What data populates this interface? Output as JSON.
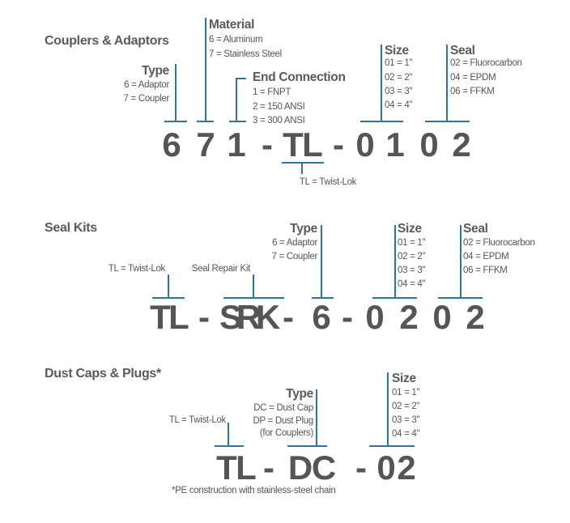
{
  "colors": {
    "accent": "#2f73a5",
    "text": "#555555"
  },
  "couplers": {
    "title": "Couplers & Adaptors",
    "type": {
      "heading": "Type",
      "items": [
        "6 = Adaptor",
        "7 = Coupler"
      ]
    },
    "material": {
      "heading": "Material",
      "items": [
        "6 = Aluminum",
        "7 = Stainless Steel"
      ]
    },
    "end_connection": {
      "heading": "End Connection",
      "items": [
        "1 = FNPT",
        "2 = 150 ANSI",
        "3 = 300 ANSI"
      ]
    },
    "size": {
      "heading": "Size",
      "items": [
        "01 = 1\"",
        "02 = 2\"",
        "03 = 3\"",
        "04 = 4\""
      ]
    },
    "seal": {
      "heading": "Seal",
      "items": [
        "02 = Fluorocarbon",
        "04 = EPDM",
        "06 = FFKM"
      ]
    },
    "tl": "TL = Twist-Lok",
    "code": [
      "6",
      "7",
      "1",
      "-",
      "T",
      "L",
      "-",
      "0",
      "1",
      "0",
      "2"
    ]
  },
  "seal_kits": {
    "title": "Seal Kits",
    "tl": "TL = Twist-Lok",
    "srk": "Seal Repair Kit",
    "type": {
      "heading": "Type",
      "items": [
        "6 = Adaptor",
        "7 = Coupler"
      ]
    },
    "size": {
      "heading": "Size",
      "items": [
        "01 = 1\"",
        "02 = 2\"",
        "03 = 3\"",
        "04 = 4\""
      ]
    },
    "seal": {
      "heading": "Seal",
      "items": [
        "02 = Fluorocarbon",
        "04 = EPDM",
        "06 = FFKM"
      ]
    },
    "code": [
      "T",
      "L",
      "-",
      "S",
      "R",
      "K",
      "-",
      "6",
      "-",
      "0",
      "2",
      "0",
      "2"
    ]
  },
  "dust_caps": {
    "title": "Dust Caps & Plugs*",
    "tl": "TL = Twist-Lok",
    "type": {
      "heading": "Type",
      "items": [
        "DC = Dust Cap",
        "DP = Dust Plug",
        "(for Couplers)"
      ]
    },
    "size": {
      "heading": "Size",
      "items": [
        "01 = 1\"",
        "02 = 2\"",
        "03 = 3\"",
        "04 = 4\""
      ]
    },
    "code": [
      "T",
      "L",
      "-",
      "D",
      "C",
      "-",
      "0",
      "2"
    ],
    "footnote": "*PE construction with stainless-steel chain"
  }
}
